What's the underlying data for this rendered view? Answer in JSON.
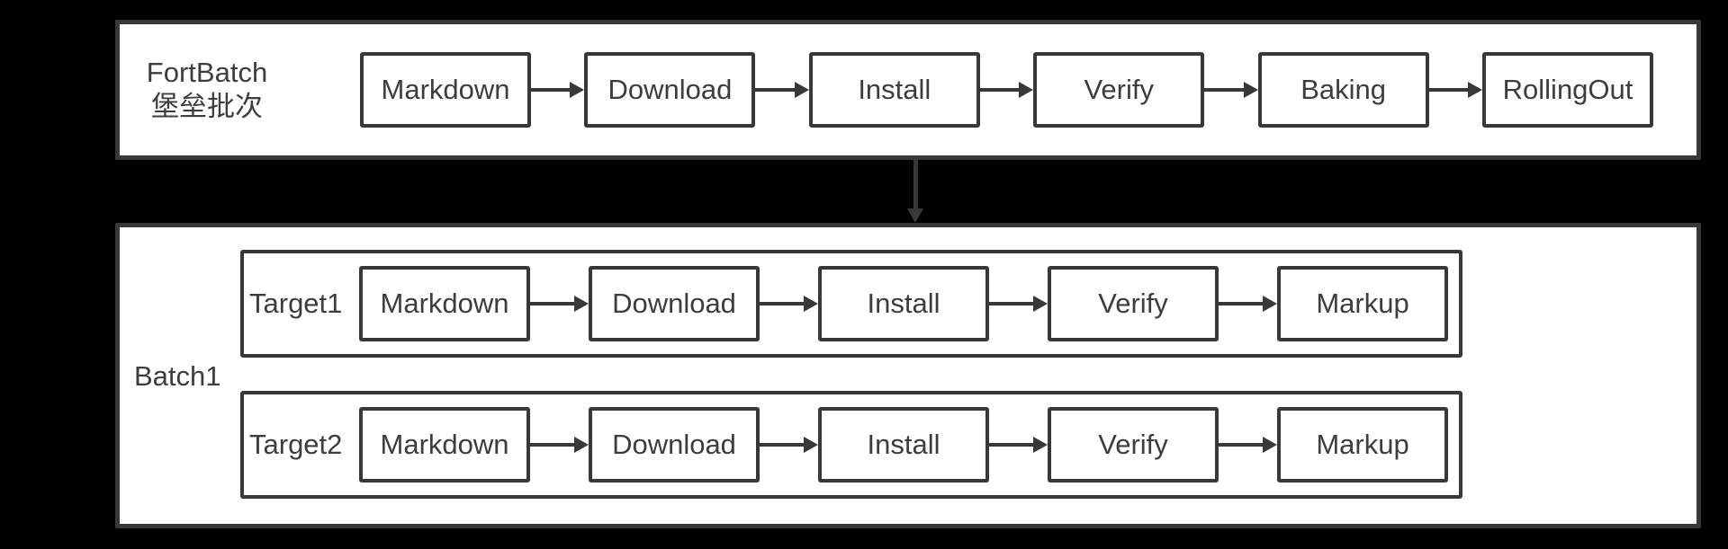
{
  "colors": {
    "background": "#000000",
    "panel": "#ffffff",
    "line": "#383838",
    "text": "#3d3d3d"
  },
  "fort_batch": {
    "title_en": "FortBatch",
    "title_zh": "堡垒批次",
    "stages": [
      "Markdown",
      "Download",
      "Install",
      "Verify",
      "Baking",
      "RollingOut"
    ]
  },
  "batch1": {
    "label": "Batch1",
    "targets": [
      {
        "label": "Target1",
        "stages": [
          "Markdown",
          "Download",
          "Install",
          "Verify",
          "Markup"
        ]
      },
      {
        "label": "Target2",
        "stages": [
          "Markdown",
          "Download",
          "Install",
          "Verify",
          "Markup"
        ]
      }
    ]
  }
}
